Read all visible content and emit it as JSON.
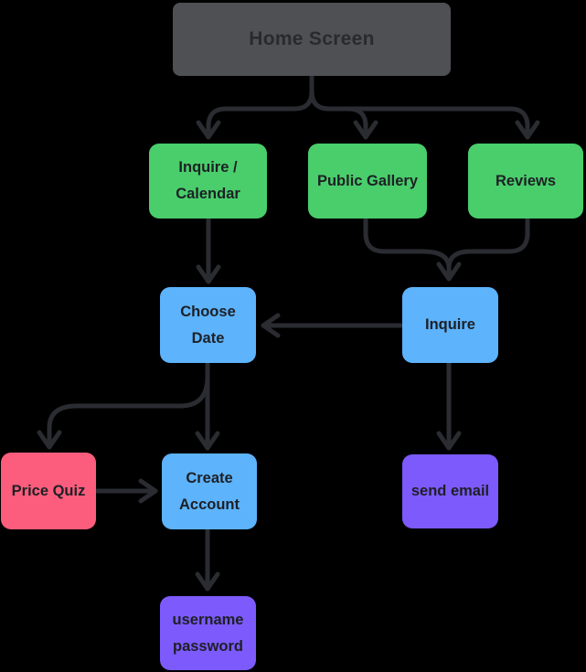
{
  "diagram": {
    "background_color": "#000000",
    "connector_color": "#2a2c32",
    "nodes": {
      "home_screen": {
        "label": "Home Screen",
        "color": "#4e5054",
        "text_color": "#282a30"
      },
      "inquire_calendar": {
        "label": "Inquire /\nCalendar",
        "color": "#49ce6b",
        "text_color": "#1d2025"
      },
      "public_gallery": {
        "label": "Public Gallery",
        "color": "#49ce6b",
        "text_color": "#1d2025"
      },
      "reviews": {
        "label": "Reviews",
        "color": "#49ce6b",
        "text_color": "#1d2025"
      },
      "choose_date": {
        "label": "Choose\nDate",
        "color": "#5db3fc",
        "text_color": "#1d2025"
      },
      "inquire": {
        "label": "Inquire",
        "color": "#5db3fc",
        "text_color": "#1d2025"
      },
      "price_quiz": {
        "label": "Price Quiz",
        "color": "#fc5d7c",
        "text_color": "#1d2025"
      },
      "create_account": {
        "label": "Create\nAccount",
        "color": "#5db3fc",
        "text_color": "#1d2025"
      },
      "send_email": {
        "label": "send email",
        "color": "#7d5afc",
        "text_color": "#1d2025"
      },
      "username_password": {
        "label": "username\npassword",
        "color": "#7d5afc",
        "text_color": "#1d2025"
      }
    },
    "edges": [
      {
        "from": "home_screen",
        "to": "inquire_calendar"
      },
      {
        "from": "home_screen",
        "to": "public_gallery"
      },
      {
        "from": "home_screen",
        "to": "reviews"
      },
      {
        "from": "inquire_calendar",
        "to": "choose_date"
      },
      {
        "from": "public_gallery",
        "to": "inquire"
      },
      {
        "from": "reviews",
        "to": "inquire"
      },
      {
        "from": "inquire",
        "to": "choose_date"
      },
      {
        "from": "choose_date",
        "to": "price_quiz"
      },
      {
        "from": "choose_date",
        "to": "create_account"
      },
      {
        "from": "price_quiz",
        "to": "create_account"
      },
      {
        "from": "inquire",
        "to": "send_email"
      },
      {
        "from": "create_account",
        "to": "username_password"
      }
    ]
  }
}
